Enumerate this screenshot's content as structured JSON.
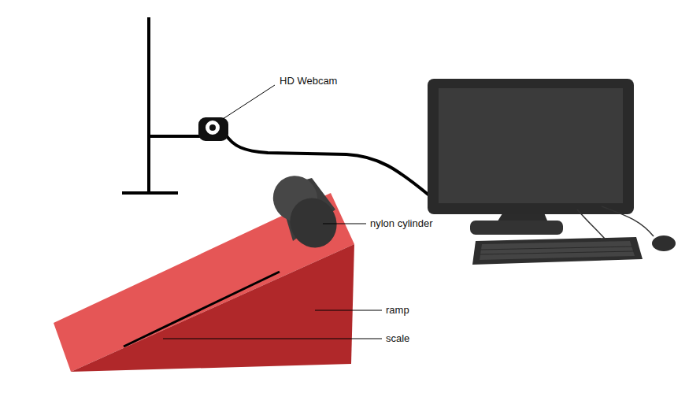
{
  "diagram": {
    "labels": [
      "HD Webcam",
      "nylon cylinder",
      "ramp",
      "scale"
    ]
  }
}
